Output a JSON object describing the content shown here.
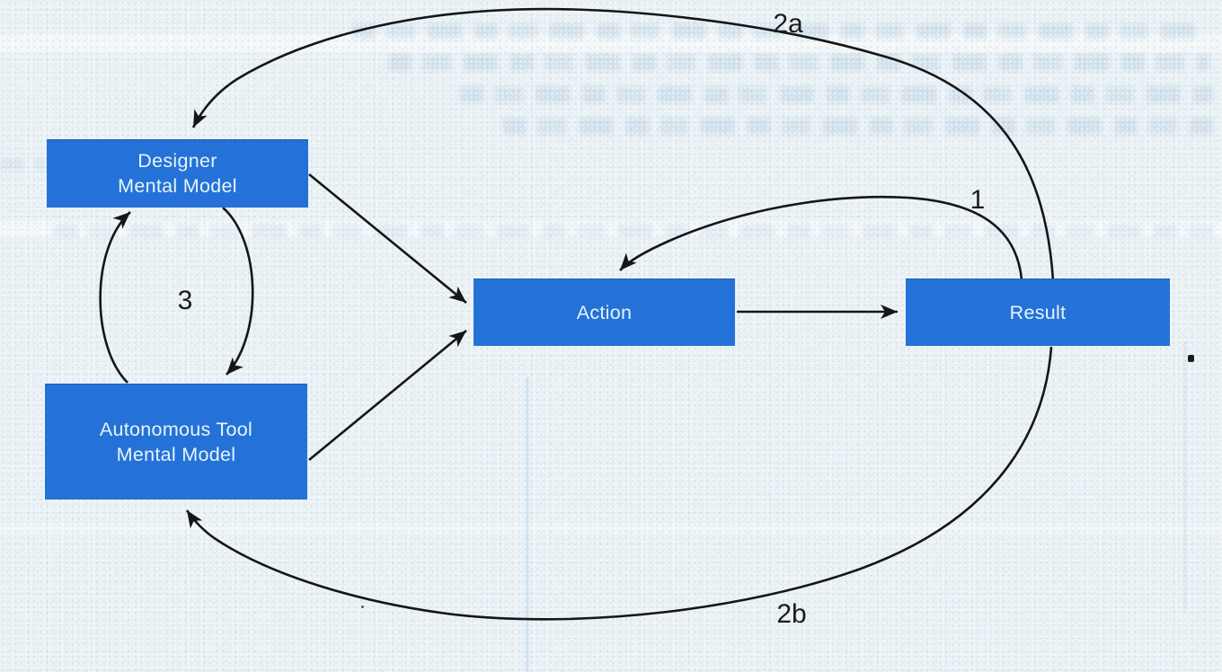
{
  "figure": {
    "type": "diagram",
    "description_colors": {
      "background": "#e9f1f5",
      "node_fill": "#2472d8",
      "node_text": "#e6f4fc",
      "arrow": "#161616",
      "label_text": "#1b1b1b"
    },
    "nodes": {
      "designer": {
        "lines": [
          "Designer",
          "Mental Model"
        ]
      },
      "autonomous_tool": {
        "lines": [
          "Autonomous Tool",
          "Mental Model"
        ]
      },
      "action": {
        "label": "Action"
      },
      "result": {
        "label": "Result"
      }
    },
    "edge_labels": {
      "result_to_action_loop": "1",
      "result_to_designer": "2a",
      "result_to_autonomous_tool": "2b",
      "mental_model_exchange": "3"
    }
  }
}
